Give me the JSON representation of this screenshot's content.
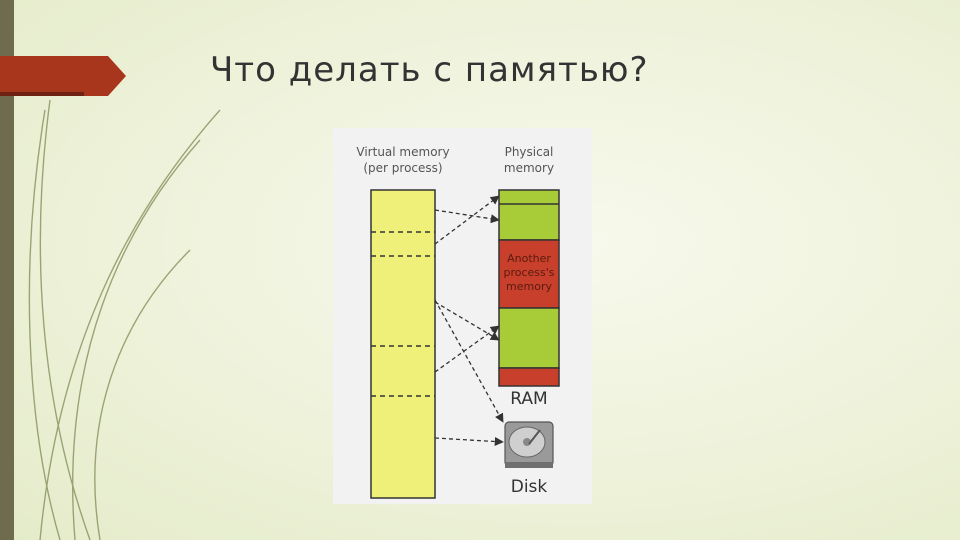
{
  "slide": {
    "title": "Что делать с памятью?",
    "accent_color": "#a8361d"
  },
  "diagram": {
    "virtual_label_line1": "Virtual memory",
    "virtual_label_line2": "(per process)",
    "physical_label_line1": "Physical",
    "physical_label_line2": "memory",
    "other_line1": "Another",
    "other_line2": "process's",
    "other_line3": "memory",
    "ram_label": "RAM",
    "disk_label": "Disk",
    "colors": {
      "virtual": "#eef07a",
      "ram_green": "#a8cc38",
      "ram_red": "#c8402c",
      "disk": "#9a9a9a"
    },
    "icons": [
      "hard-disk-icon"
    ]
  }
}
